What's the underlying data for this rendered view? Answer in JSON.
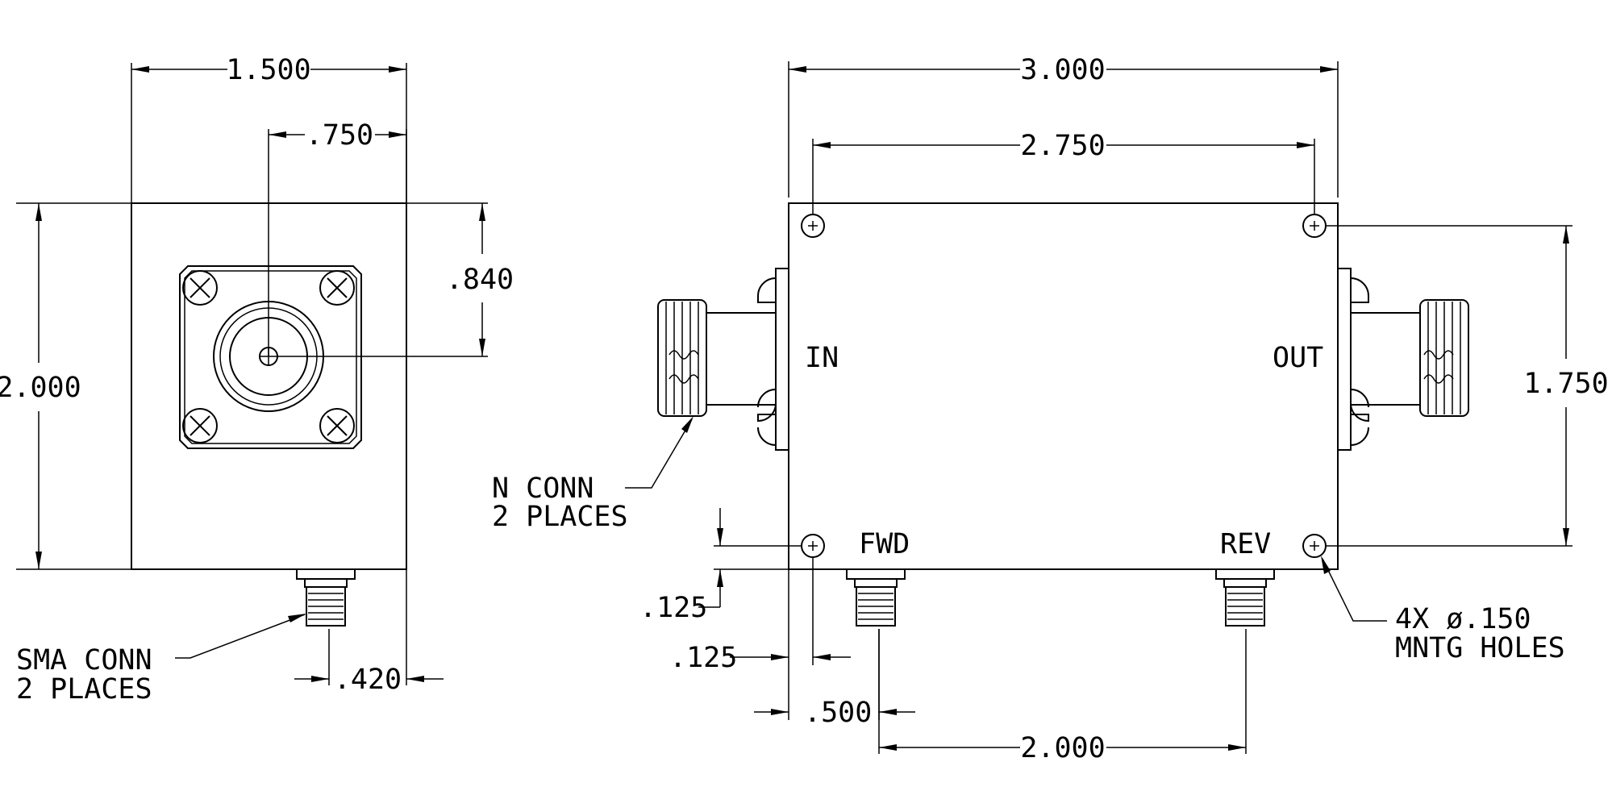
{
  "colors": {
    "ink": "#000000",
    "paper": "#ffffff"
  },
  "end_view": {
    "width_dim": "1.500",
    "connector_offset_dim": ".750",
    "connector_height_dim": ".840",
    "height_dim": "2.000",
    "sma_offset_dim": ".420",
    "sma_label_line1": "SMA CONN",
    "sma_label_line2": "2 PLACES"
  },
  "top_view": {
    "length_dim": "3.000",
    "hole_spacing_dim": "2.750",
    "hole_vertical_dim": "1.750",
    "port_spacing_dim": "2.000",
    "edge_offset_dim_1": ".125",
    "edge_offset_dim_2": ".125",
    "port_offset_dim": ".500",
    "in_label": "IN",
    "out_label": "OUT",
    "fwd_label": "FWD",
    "rev_label": "REV",
    "n_conn_line1": "N CONN",
    "n_conn_line2": "2 PLACES",
    "holes_line1": "4X ø.150",
    "holes_line2": "MNTG HOLES"
  }
}
